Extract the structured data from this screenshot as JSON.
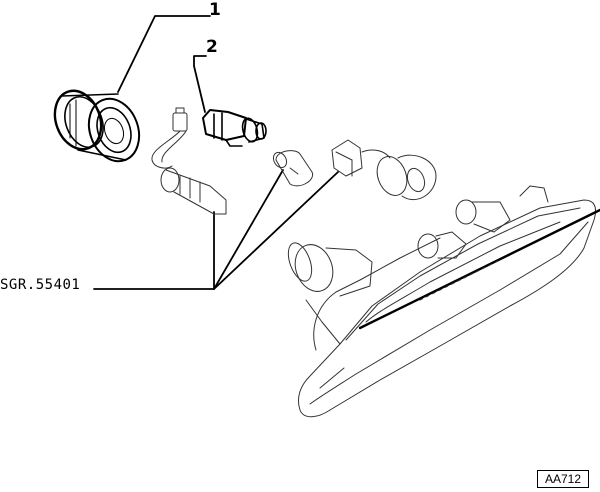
{
  "callouts": {
    "item1": "1",
    "item2": "2"
  },
  "reference_code": "SGR.55401",
  "figure_code": "AA712",
  "colors": {
    "ink": "#000000",
    "background": "#ffffff"
  }
}
